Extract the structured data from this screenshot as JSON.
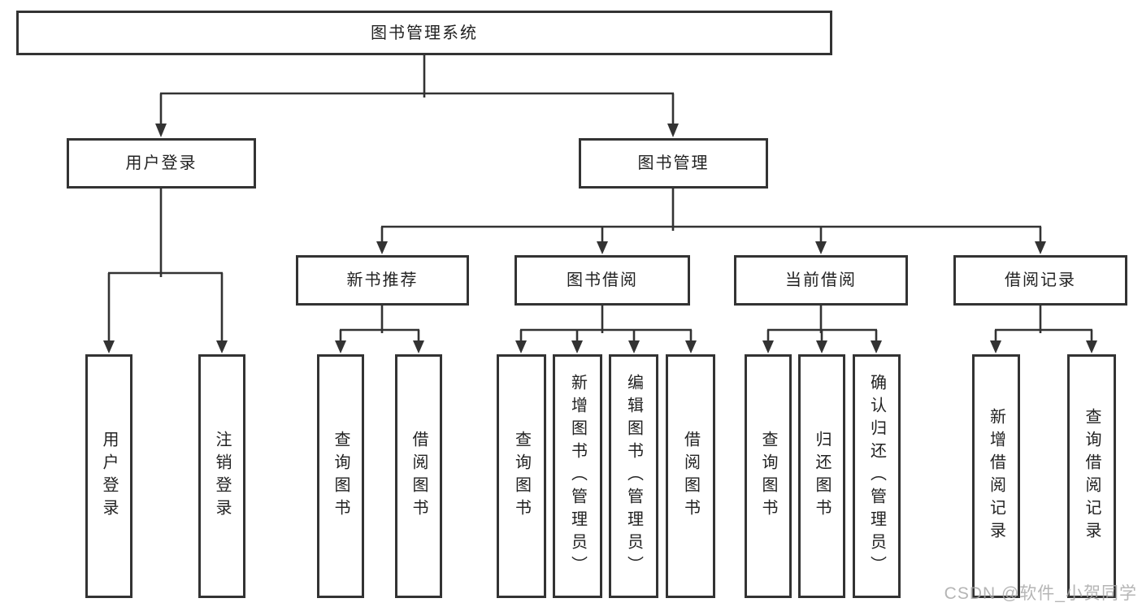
{
  "tree": {
    "root": {
      "label": "图书管理系统"
    },
    "user_login": {
      "label": "用户登录",
      "leaves": [
        {
          "label": "用户登录"
        },
        {
          "label": "注销登录"
        }
      ]
    },
    "book_mgmt": {
      "label": "图书管理",
      "groups": [
        {
          "label": "新书推荐",
          "leaves": [
            {
              "label": "查询图书"
            },
            {
              "label": "借阅图书"
            }
          ]
        },
        {
          "label": "图书借阅",
          "leaves": [
            {
              "label": "查询图书"
            },
            {
              "label": "新增图书（管理员）"
            },
            {
              "label": "编辑图书（管理员）"
            },
            {
              "label": "借阅图书"
            }
          ]
        },
        {
          "label": "当前借阅",
          "leaves": [
            {
              "label": "查询图书"
            },
            {
              "label": "归还图书"
            },
            {
              "label": "确认归还（管理员）"
            }
          ]
        },
        {
          "label": "借阅记录",
          "leaves": [
            {
              "label": "新增借阅记录"
            },
            {
              "label": "查询借阅记录"
            }
          ]
        }
      ]
    }
  },
  "watermark": {
    "text": "CSDN @软件_小贺同学"
  },
  "colors": {
    "line": "#333333",
    "box_border": "#333333",
    "box_fill": "#ffffff",
    "text": "#222222",
    "watermark": "#a8a8a8",
    "background": "#ffffff"
  }
}
